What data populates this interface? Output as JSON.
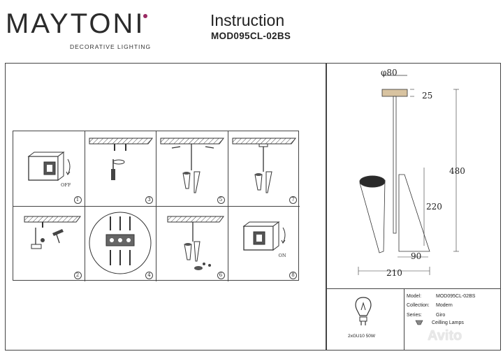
{
  "brand": {
    "name": "MAYTONI",
    "tagline": "DECORATIVE LIGHTING"
  },
  "header": {
    "title": "Instruction",
    "model_code": "MOD095CL-02BS"
  },
  "steps": [
    {
      "num": "1",
      "tag": "OFF"
    },
    {
      "num": "3",
      "tag": ""
    },
    {
      "num": "5",
      "tag": ""
    },
    {
      "num": "7",
      "tag": ""
    },
    {
      "num": "2",
      "tag": ""
    },
    {
      "num": "4",
      "tag": ""
    },
    {
      "num": "6",
      "tag": ""
    },
    {
      "num": "8",
      "tag": "ON"
    }
  ],
  "dimensions": {
    "diameter": "φ80",
    "canopy_height": "25",
    "total_height": "480",
    "shade_length": "220",
    "shade_width": "90",
    "total_width": "210"
  },
  "specs": {
    "model_label": "Model:",
    "model_value": "MOD095CL-02BS",
    "collection_label": "Collection:",
    "collection_value": "Modern",
    "series_label": "Series:",
    "series_value": "Giro",
    "type_value": "Ceilling Lamps"
  },
  "bulb": {
    "label": "2xGU10 50W"
  },
  "watermark": "Avito"
}
